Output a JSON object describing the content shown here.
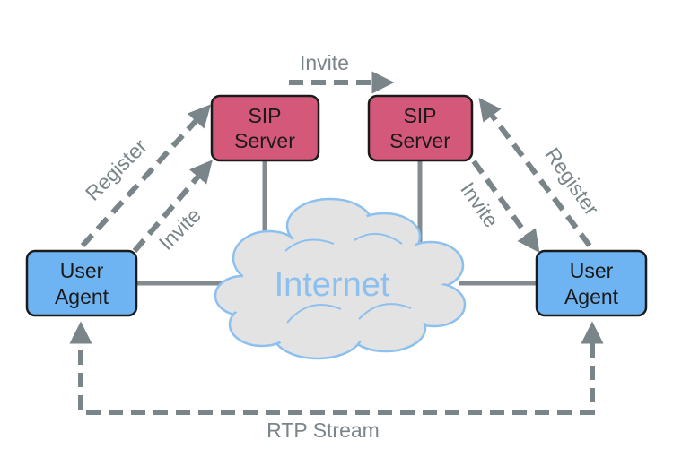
{
  "colors": {
    "background": "#ffffff",
    "sip_server_fill": "#d4587a",
    "user_agent_fill": "#6fb4f2",
    "box_stroke": "#1a1a1a",
    "link_line": "#838b8f",
    "arrow": "#7a858a",
    "cloud_fill": "#e3e3e3",
    "cloud_stroke": "#8cc0ee",
    "cloud_text": "#8cc0ee",
    "label_text": "#7a858a"
  },
  "icons": {
    "cloud": "cloud-icon"
  },
  "diagram": {
    "sip_server_left": {
      "line1": "SIP",
      "line2": "Server"
    },
    "sip_server_right": {
      "line1": "SIP",
      "line2": "Server"
    },
    "user_agent_left": {
      "line1": "User",
      "line2": "Agent"
    },
    "user_agent_right": {
      "line1": "User",
      "line2": "Agent"
    },
    "internet_label": "Internet",
    "labels": {
      "invite_top": "Invite",
      "register_left": "Register",
      "invite_left": "Invite",
      "invite_right": "Invite",
      "register_right": "Register",
      "rtp_stream": "RTP Stream"
    }
  }
}
